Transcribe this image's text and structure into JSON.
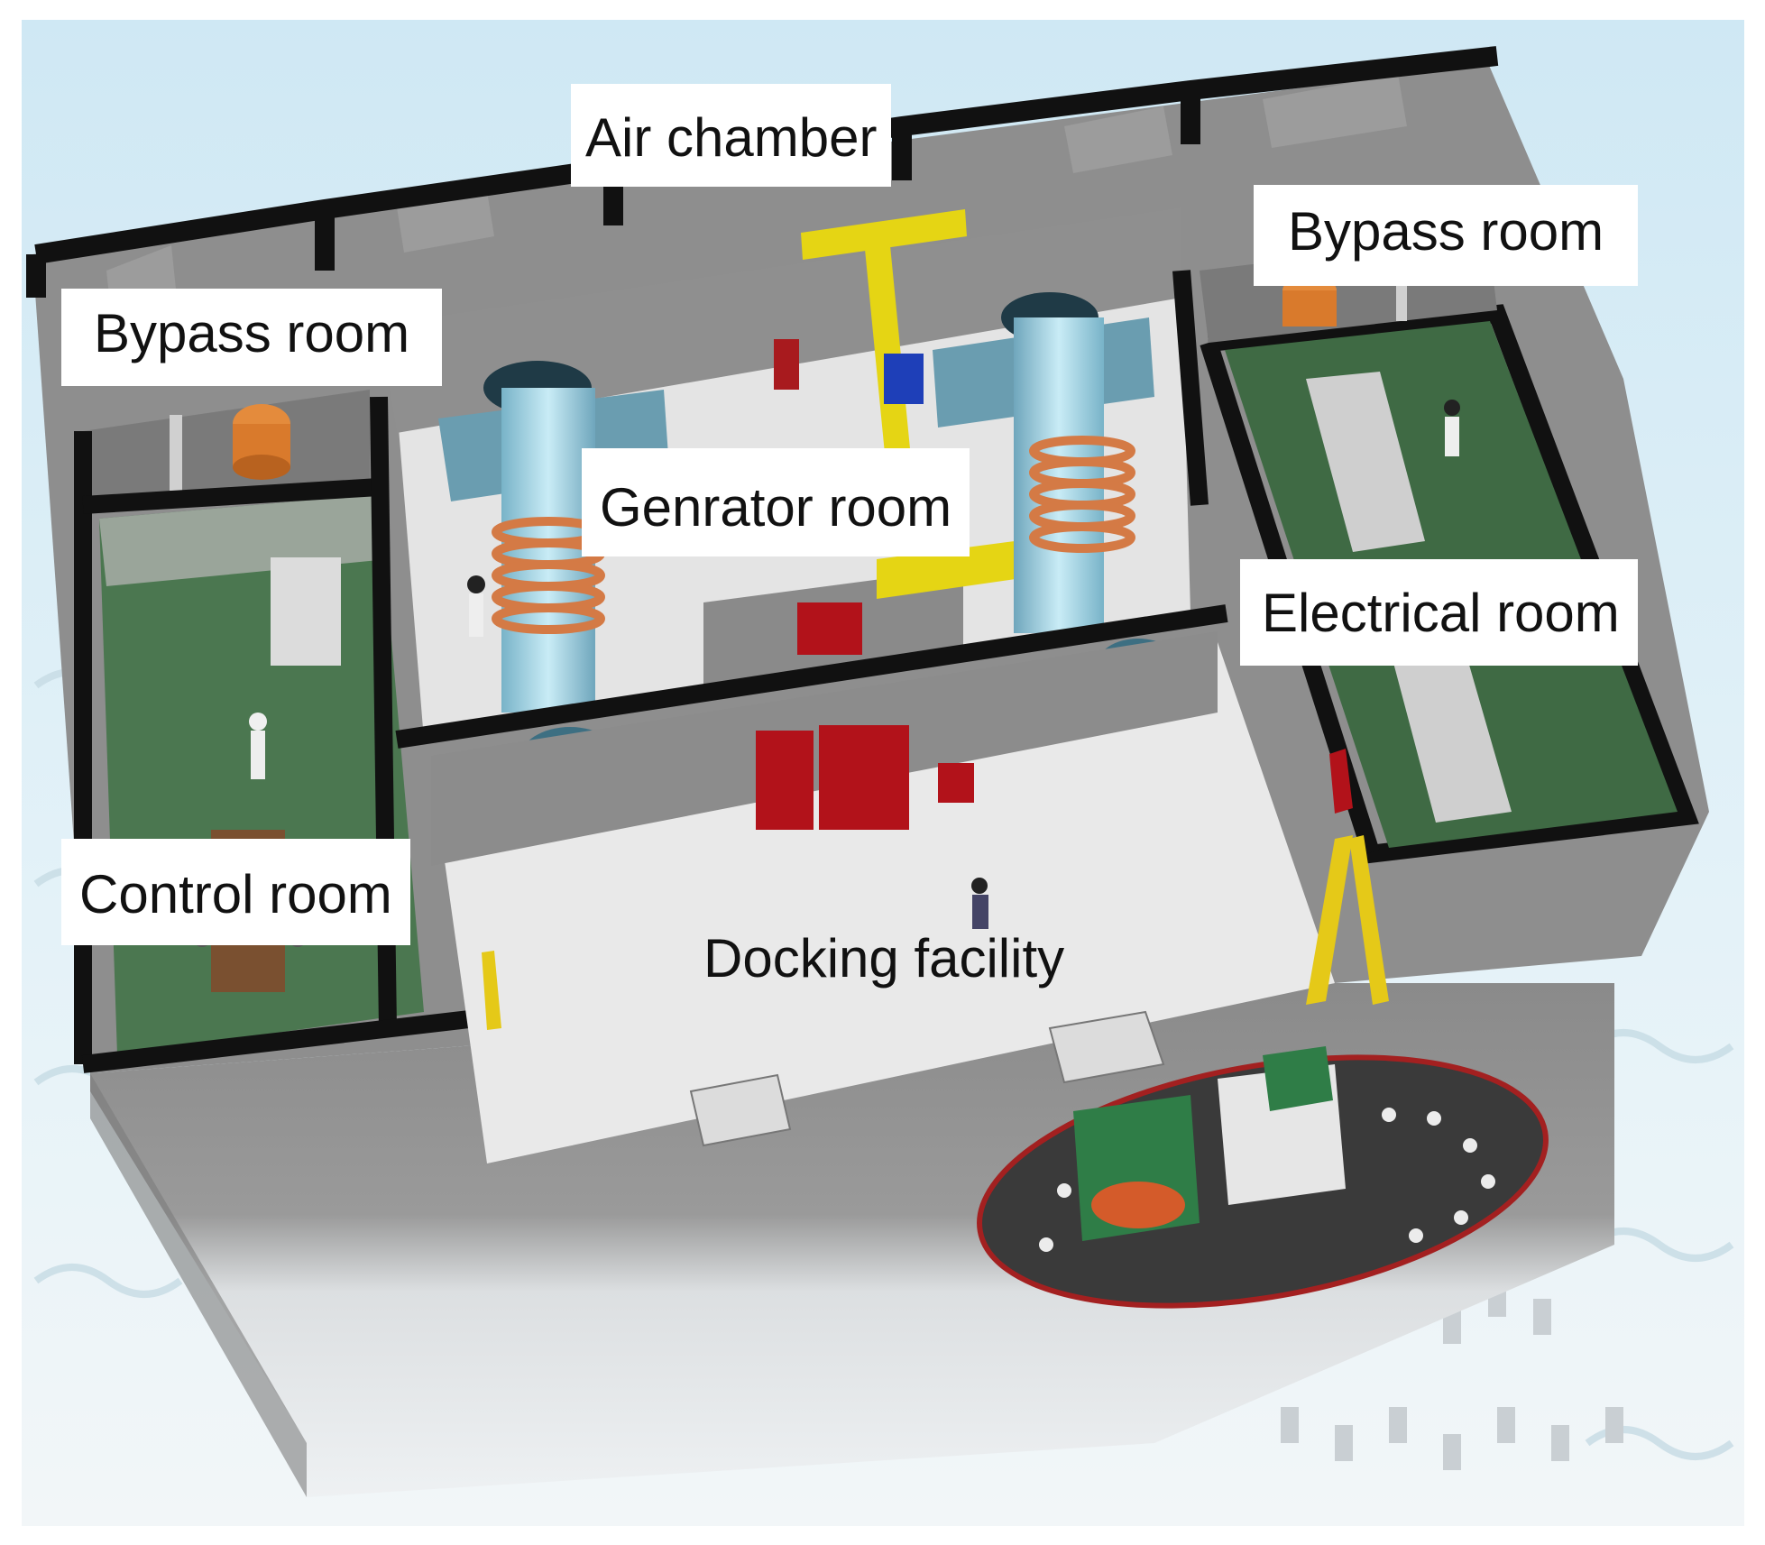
{
  "labels": {
    "air_chamber": "Air chamber",
    "bypass_room_right": "Bypass room",
    "bypass_room_left": "Bypass room",
    "generator_room": "Genrator room",
    "electrical_room": "Electrical room",
    "control_room": "Control room",
    "docking_facility": "Docking facility"
  },
  "colors": {
    "sky": "#d4ecf6",
    "concrete": "#8f8f8f",
    "wall_top": "#111111",
    "floor": "#e9e9e9",
    "green_floor": "#3f6a44",
    "door_red": "#b8111b",
    "turbine_blue": "#8fc6d8",
    "coil_orange": "#e08a4e",
    "pipe_yellow": "#e8d61c",
    "vessel_dark": "#3a3a3a"
  }
}
